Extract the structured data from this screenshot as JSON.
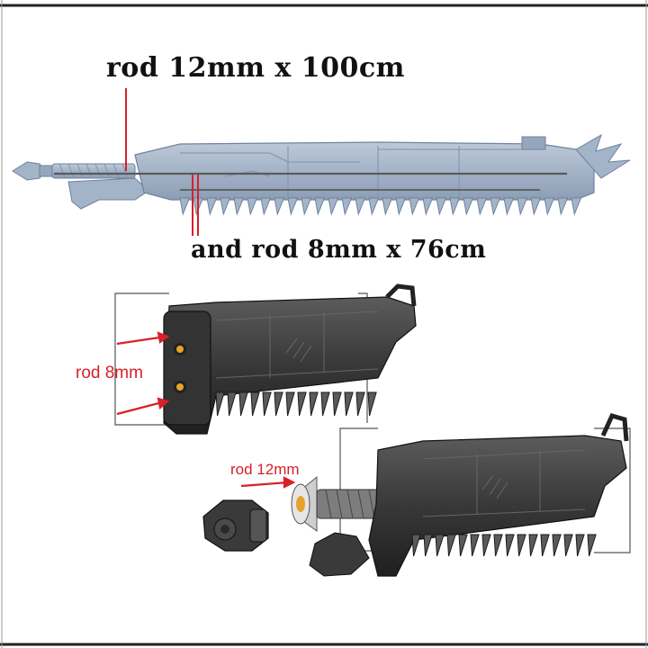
{
  "labels": {
    "top_rod": "rod 12mm x 100cm",
    "bottom_rod": "and rod 8mm x 76cm",
    "small_rod": "rod 8mm",
    "large_rod": "rod 12mm"
  },
  "colors": {
    "blueprint": "#a3b3c8",
    "blueprint_dark": "#7f92ab",
    "model_dark": "#2a2a2a",
    "model_mid": "#4b4b4b",
    "arrow_red": "#d8202a",
    "rod_gold": "#e8a22b"
  }
}
